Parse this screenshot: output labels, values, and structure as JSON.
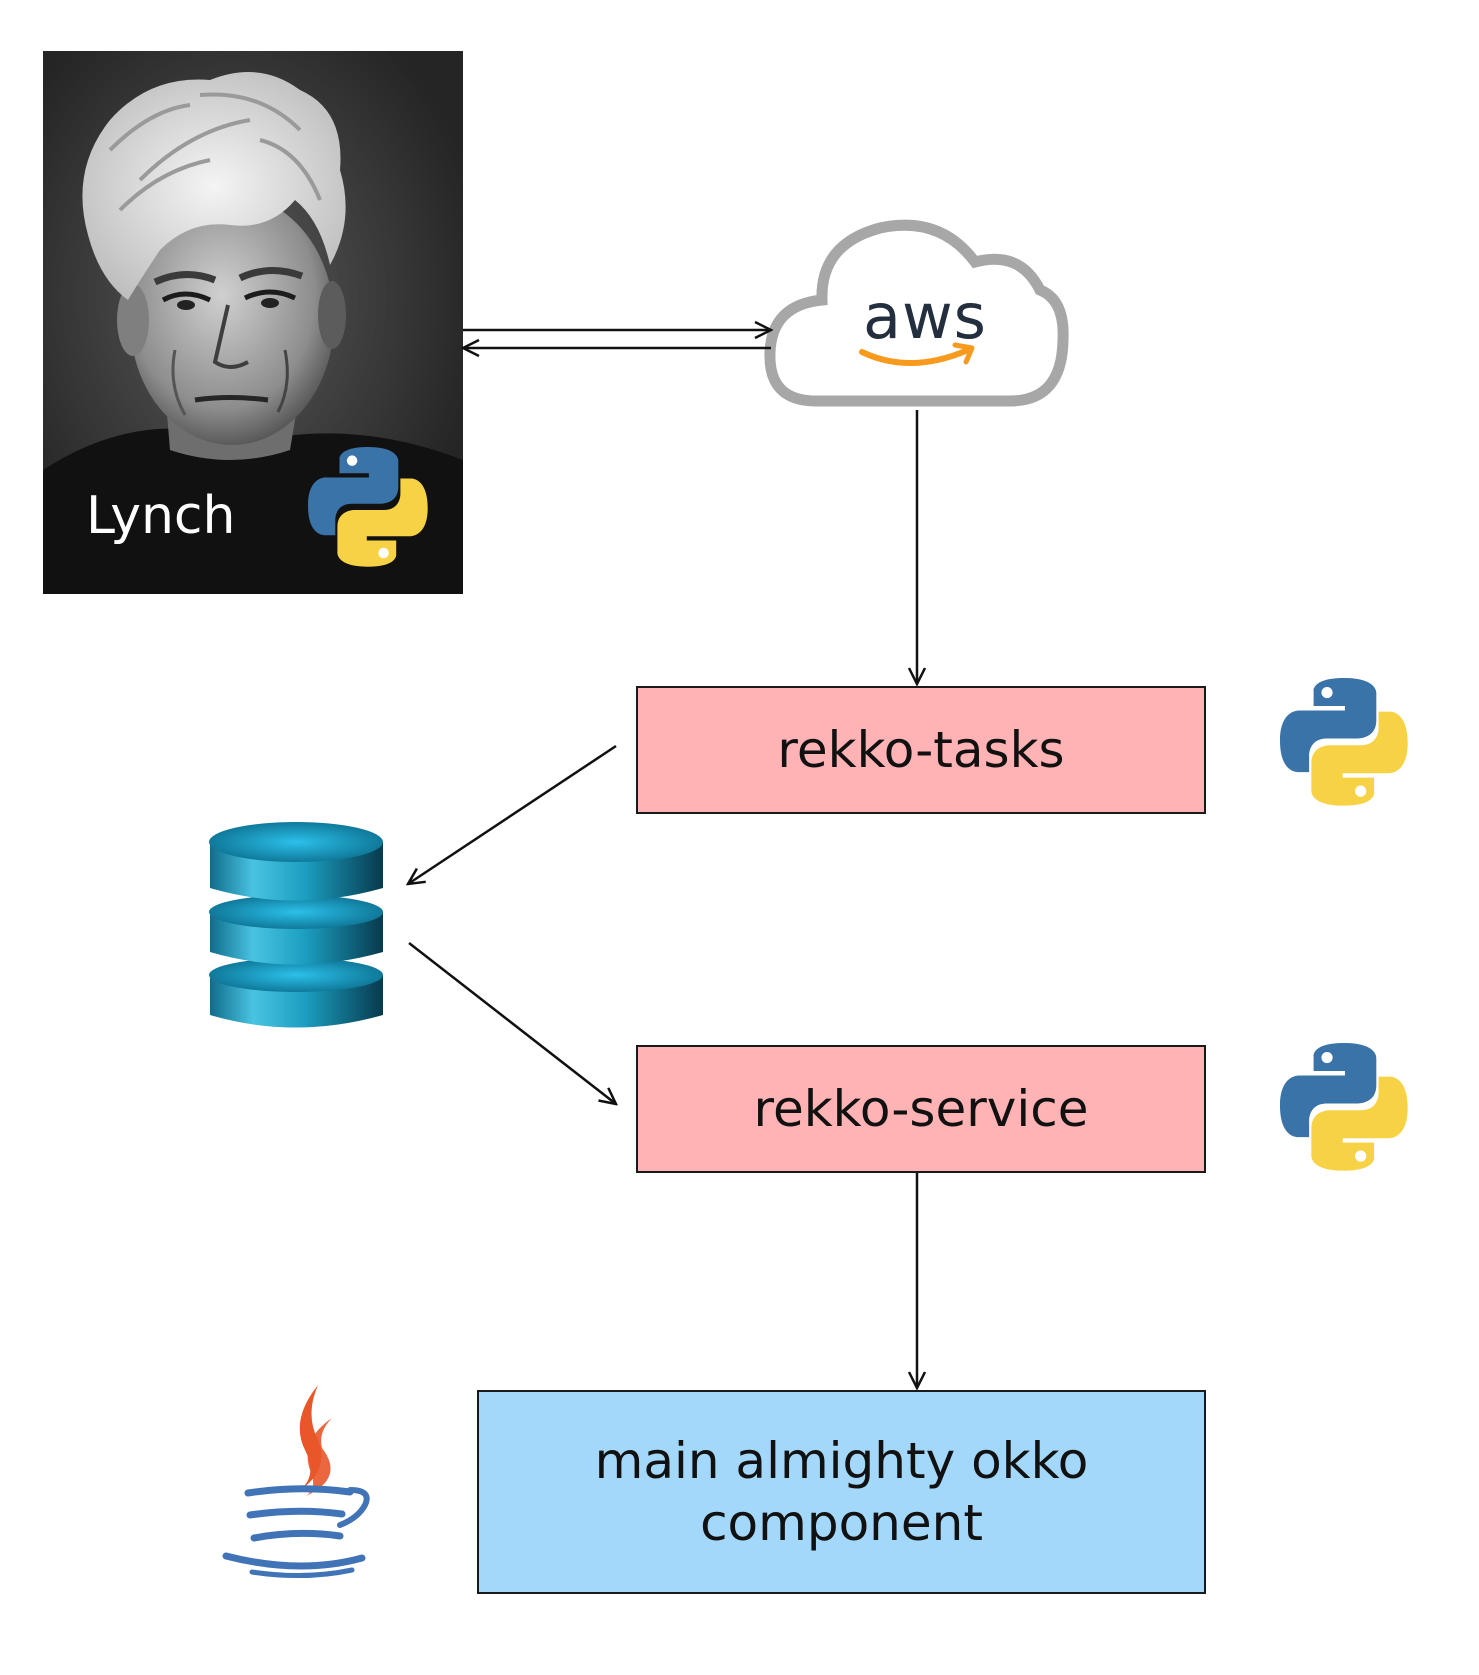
{
  "portrait": {
    "caption": "Lynch"
  },
  "cloud": {
    "wordmark": "aws"
  },
  "nodes": {
    "rekko_tasks": "rekko-tasks",
    "rekko_service": "rekko-service",
    "main_component_line1": "main almighty okko",
    "main_component_line2": "component"
  },
  "colors": {
    "service_box_fill": "#ffb3b5",
    "main_box_fill": "#a3d8fb",
    "python_blue": "#3a73a8",
    "python_yellow": "#f7d245",
    "aws_orange": "#f79a1d",
    "aws_text": "#232f3e",
    "cloud_outline": "#a7a7a7",
    "database_teal": "#1ba3c4",
    "java_orange": "#e8562a",
    "java_blue": "#4074b7"
  },
  "icons": {
    "portrait": "portrait-photo",
    "cloud": "aws-cloud-icon",
    "database": "database-icon",
    "python": "python-logo-icon",
    "java": "java-logo-icon"
  }
}
